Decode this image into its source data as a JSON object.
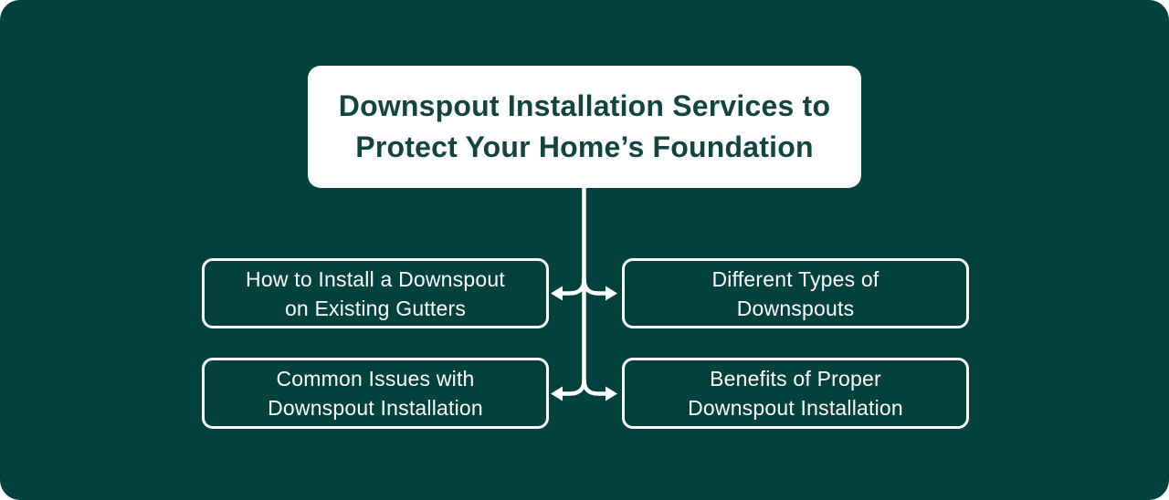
{
  "colors": {
    "page_background": "#ffffff",
    "panel_background": "#03413d",
    "title_box_background": "#ffffff",
    "title_text": "#12453f",
    "node_text": "#ffffff",
    "node_border": "#ffffff",
    "connector": "#ffffff"
  },
  "title": {
    "lines": [
      "Downspout Installation Services to",
      "Protect Your Home’s Foundation"
    ]
  },
  "nodes": [
    {
      "id": "how-to-install",
      "lines": [
        "How to Install a Downspout",
        "on Existing Gutters"
      ]
    },
    {
      "id": "different-types",
      "lines": [
        "Different Types of",
        "Downspouts"
      ]
    },
    {
      "id": "common-issues",
      "lines": [
        "Common Issues with",
        "Downspout Installation"
      ]
    },
    {
      "id": "benefits",
      "lines": [
        "Benefits of Proper",
        "Downspout Installation"
      ]
    }
  ]
}
